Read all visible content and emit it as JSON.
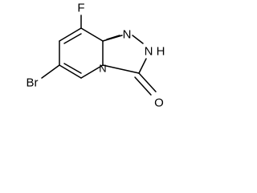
{
  "molecule": {
    "atoms": {
      "fluorine": "F",
      "bromine": "Br",
      "nh": "N",
      "nh_h": "H",
      "n_ring": "N",
      "n_bridge": "N",
      "oxygen": "O"
    }
  }
}
